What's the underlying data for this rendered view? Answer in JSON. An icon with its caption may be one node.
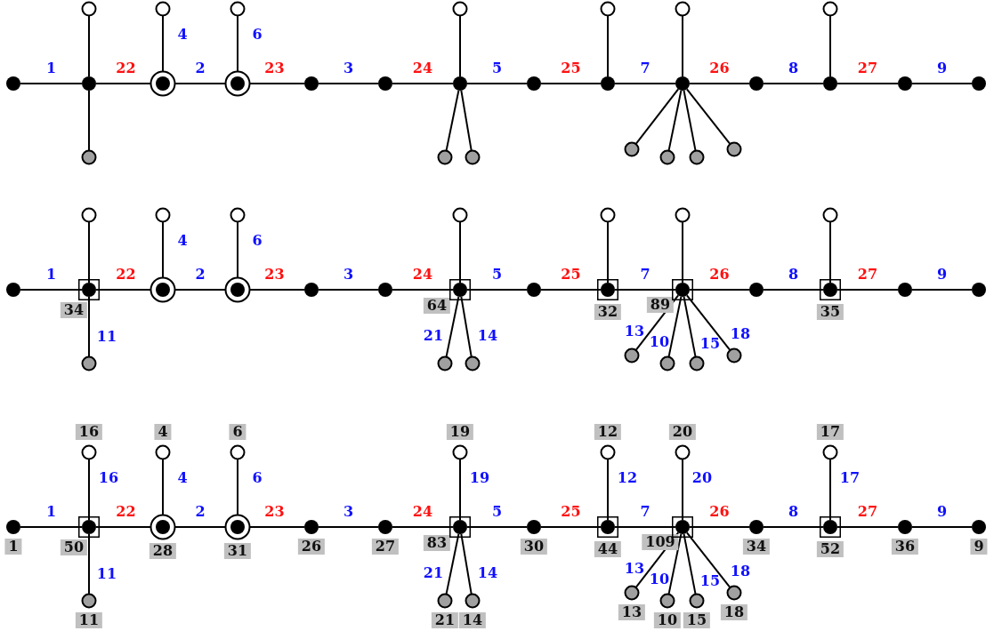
{
  "diagram": {
    "nodes": [
      {
        "text": [],
        "shape": "circle"
      },
      {
        "text": [],
        "shape": "circle"
      },
      {
        "text": [],
        "shape": "circle"
      },
      {
        "text": [],
        "shape": "circle"
      },
      {
        "text": [],
        "shape": "circle"
      },
      {
        "text": [],
        "shape": "circle"
      },
      {
        "text": [],
        "shape": "circle"
      },
      {
        "text": [],
        "shape": "dot"
      },
      {
        "text": [],
        "shape": "dot"
      },
      {
        "text": [],
        "shape": "ring"
      },
      {
        "text": [],
        "shape": "ring"
      },
      {
        "text": [],
        "shape": "dot"
      },
      {
        "text": [],
        "shape": "dot"
      },
      {
        "text": [],
        "shape": "dot"
      },
      {
        "text": [],
        "shape": "dot"
      },
      {
        "text": [],
        "shape": "dot"
      },
      {
        "text": [],
        "shape": "dot"
      },
      {
        "text": [],
        "shape": "dot"
      },
      {
        "text": [],
        "shape": "dot"
      },
      {
        "text": [],
        "shape": "dot"
      },
      {
        "text": [],
        "shape": "dot"
      },
      {
        "text": [],
        "shape": "disc"
      },
      {
        "text": [],
        "shape": "disc"
      },
      {
        "text": [],
        "shape": "disc"
      },
      {
        "text": [],
        "shape": "disc"
      },
      {
        "text": [],
        "shape": "disc"
      },
      {
        "text": [],
        "shape": "disc"
      },
      {
        "text": [],
        "shape": "disc"
      },
      {
        "text": [],
        "shape": "circle"
      },
      {
        "text": [],
        "shape": "circle"
      },
      {
        "text": [],
        "shape": "circle"
      },
      {
        "text": [],
        "shape": "circle"
      },
      {
        "text": [],
        "shape": "circle"
      },
      {
        "text": [],
        "shape": "circle"
      },
      {
        "text": [],
        "shape": "circle"
      },
      {
        "text": [],
        "shape": "dot"
      },
      {
        "text": [],
        "shape": "box",
        "beside": [
          "34"
        ]
      },
      {
        "text": [],
        "shape": "ring"
      },
      {
        "text": [],
        "shape": "ring"
      },
      {
        "text": [],
        "shape": "dot"
      },
      {
        "text": [],
        "shape": "dot"
      },
      {
        "text": [],
        "shape": "box",
        "beside": [
          "64"
        ]
      },
      {
        "text": [],
        "shape": "dot"
      },
      {
        "text": [],
        "shape": "box",
        "beside": [
          "32"
        ]
      },
      {
        "text": [],
        "shape": "box",
        "beside": [
          "89"
        ]
      },
      {
        "text": [],
        "shape": "dot"
      },
      {
        "text": [],
        "shape": "box",
        "beside": [
          "35"
        ]
      },
      {
        "text": [],
        "shape": "dot"
      },
      {
        "text": [],
        "shape": "dot"
      },
      {
        "text": [],
        "shape": "disc"
      },
      {
        "text": [],
        "shape": "disc"
      },
      {
        "text": [],
        "shape": "disc"
      },
      {
        "text": [],
        "shape": "disc"
      },
      {
        "text": [],
        "shape": "disc"
      },
      {
        "text": [],
        "shape": "disc"
      },
      {
        "text": [],
        "shape": "disc"
      },
      {
        "text": [],
        "shape": "circle",
        "beside": [
          "16"
        ]
      },
      {
        "text": [],
        "shape": "circle",
        "beside": [
          "4"
        ]
      },
      {
        "text": [],
        "shape": "circle",
        "beside": [
          "6"
        ]
      },
      {
        "text": [],
        "shape": "circle",
        "beside": [
          "19"
        ]
      },
      {
        "text": [],
        "shape": "circle",
        "beside": [
          "12"
        ]
      },
      {
        "text": [],
        "shape": "circle",
        "beside": [
          "20"
        ]
      },
      {
        "text": [],
        "shape": "circle",
        "beside": [
          "17"
        ]
      },
      {
        "text": [],
        "shape": "dot",
        "beside": [
          "1"
        ]
      },
      {
        "text": [],
        "shape": "box",
        "beside": [
          "50"
        ]
      },
      {
        "text": [],
        "shape": "ring",
        "beside": [
          "28"
        ]
      },
      {
        "text": [],
        "shape": "ring",
        "beside": [
          "31"
        ]
      },
      {
        "text": [],
        "shape": "dot",
        "beside": [
          "26"
        ]
      },
      {
        "text": [],
        "shape": "dot",
        "beside": [
          "27"
        ]
      },
      {
        "text": [],
        "shape": "box",
        "beside": [
          "83"
        ]
      },
      {
        "text": [],
        "shape": "dot",
        "beside": [
          "30"
        ]
      },
      {
        "text": [],
        "shape": "box",
        "beside": [
          "44"
        ]
      },
      {
        "text": [],
        "shape": "box",
        "beside": [
          "109"
        ]
      },
      {
        "text": [],
        "shape": "dot",
        "beside": [
          "34"
        ]
      },
      {
        "text": [],
        "shape": "box",
        "beside": [
          "52"
        ]
      },
      {
        "text": [],
        "shape": "dot",
        "beside": [
          "36"
        ]
      },
      {
        "text": [],
        "shape": "dot",
        "beside": [
          "9"
        ]
      },
      {
        "text": [],
        "shape": "disc",
        "beside": [
          "11"
        ]
      },
      {
        "text": [],
        "shape": "disc",
        "beside": [
          "21"
        ]
      },
      {
        "text": [],
        "shape": "disc",
        "beside": [
          "14"
        ]
      },
      {
        "text": [],
        "shape": "disc",
        "beside": [
          "13"
        ]
      },
      {
        "text": [],
        "shape": "disc",
        "beside": [
          "10"
        ]
      },
      {
        "text": [],
        "shape": "disc",
        "beside": [
          "15"
        ]
      },
      {
        "text": [],
        "shape": "disc",
        "beside": [
          "18"
        ]
      }
    ],
    "edges": [
      {
        "from": 7,
        "to": 8,
        "arrow": "none",
        "label": "1"
      },
      {
        "from": 8,
        "to": 9,
        "arrow": "none",
        "label": "22"
      },
      {
        "from": 9,
        "to": 10,
        "arrow": "none",
        "label": "2"
      },
      {
        "from": 10,
        "to": 11,
        "arrow": "none",
        "label": "23"
      },
      {
        "from": 11,
        "to": 12,
        "arrow": "none",
        "label": "3"
      },
      {
        "from": 12,
        "to": 13,
        "arrow": "none",
        "label": "24"
      },
      {
        "from": 13,
        "to": 14,
        "arrow": "none",
        "label": "5"
      },
      {
        "from": 14,
        "to": 15,
        "arrow": "none",
        "label": "25"
      },
      {
        "from": 15,
        "to": 16,
        "arrow": "none",
        "label": "7"
      },
      {
        "from": 16,
        "to": 17,
        "arrow": "none",
        "label": "26"
      },
      {
        "from": 17,
        "to": 18,
        "arrow": "none",
        "label": "8"
      },
      {
        "from": 18,
        "to": 19,
        "arrow": "none",
        "label": "27"
      },
      {
        "from": 19,
        "to": 20,
        "arrow": "none",
        "label": "9"
      },
      {
        "from": 8,
        "to": 0,
        "arrow": "none"
      },
      {
        "from": 9,
        "to": 1,
        "arrow": "none",
        "label": "4"
      },
      {
        "from": 10,
        "to": 2,
        "arrow": "none",
        "label": "6"
      },
      {
        "from": 13,
        "to": 3,
        "arrow": "none"
      },
      {
        "from": 15,
        "to": 4,
        "arrow": "none"
      },
      {
        "from": 16,
        "to": 5,
        "arrow": "none"
      },
      {
        "from": 18,
        "to": 6,
        "arrow": "none"
      },
      {
        "from": 8,
        "to": 21,
        "arrow": "none"
      },
      {
        "from": 13,
        "to": 22,
        "arrow": "none"
      },
      {
        "from": 13,
        "to": 23,
        "arrow": "none"
      },
      {
        "from": 16,
        "to": 24,
        "arrow": "none"
      },
      {
        "from": 16,
        "to": 25,
        "arrow": "none"
      },
      {
        "from": 16,
        "to": 26,
        "arrow": "none"
      },
      {
        "from": 16,
        "to": 27,
        "arrow": "none"
      },
      {
        "from": 35,
        "to": 36,
        "arrow": "none",
        "label": "1"
      },
      {
        "from": 36,
        "to": 37,
        "arrow": "none",
        "label": "22"
      },
      {
        "from": 37,
        "to": 38,
        "arrow": "none",
        "label": "2"
      },
      {
        "from": 38,
        "to": 39,
        "arrow": "none",
        "label": "23"
      },
      {
        "from": 39,
        "to": 40,
        "arrow": "none",
        "label": "3"
      },
      {
        "from": 40,
        "to": 41,
        "arrow": "none",
        "label": "24"
      },
      {
        "from": 41,
        "to": 42,
        "arrow": "none",
        "label": "5"
      },
      {
        "from": 42,
        "to": 43,
        "arrow": "none",
        "label": "25"
      },
      {
        "from": 43,
        "to": 44,
        "arrow": "none",
        "label": "7"
      },
      {
        "from": 44,
        "to": 45,
        "arrow": "none",
        "label": "26"
      },
      {
        "from": 45,
        "to": 46,
        "arrow": "none",
        "label": "8"
      },
      {
        "from": 46,
        "to": 47,
        "arrow": "none",
        "label": "27"
      },
      {
        "from": 47,
        "to": 48,
        "arrow": "none",
        "label": "9"
      },
      {
        "from": 36,
        "to": 28,
        "arrow": "none"
      },
      {
        "from": 37,
        "to": 29,
        "arrow": "none",
        "label": "4"
      },
      {
        "from": 38,
        "to": 30,
        "arrow": "none",
        "label": "6"
      },
      {
        "from": 41,
        "to": 31,
        "arrow": "none"
      },
      {
        "from": 43,
        "to": 32,
        "arrow": "none"
      },
      {
        "from": 44,
        "to": 33,
        "arrow": "none"
      },
      {
        "from": 46,
        "to": 34,
        "arrow": "none"
      },
      {
        "from": 36,
        "to": 49,
        "arrow": "none",
        "label": "11"
      },
      {
        "from": 41,
        "to": 50,
        "arrow": "none",
        "label": "21"
      },
      {
        "from": 41,
        "to": 51,
        "arrow": "none",
        "label": "14"
      },
      {
        "from": 44,
        "to": 52,
        "arrow": "none",
        "label": "13"
      },
      {
        "from": 44,
        "to": 53,
        "arrow": "none",
        "label": "10"
      },
      {
        "from": 44,
        "to": 54,
        "arrow": "none",
        "label": "15"
      },
      {
        "from": 44,
        "to": 55,
        "arrow": "none",
        "label": "18"
      },
      {
        "from": 63,
        "to": 64,
        "arrow": "none",
        "label": "1"
      },
      {
        "from": 64,
        "to": 65,
        "arrow": "none",
        "label": "22"
      },
      {
        "from": 65,
        "to": 66,
        "arrow": "none",
        "label": "2"
      },
      {
        "from": 66,
        "to": 67,
        "arrow": "none",
        "label": "23"
      },
      {
        "from": 67,
        "to": 68,
        "arrow": "none",
        "label": "3"
      },
      {
        "from": 68,
        "to": 69,
        "arrow": "none",
        "label": "24"
      },
      {
        "from": 69,
        "to": 70,
        "arrow": "none",
        "label": "5"
      },
      {
        "from": 70,
        "to": 71,
        "arrow": "none",
        "label": "25"
      },
      {
        "from": 71,
        "to": 72,
        "arrow": "none",
        "label": "7"
      },
      {
        "from": 72,
        "to": 73,
        "arrow": "none",
        "label": "26"
      },
      {
        "from": 73,
        "to": 74,
        "arrow": "none",
        "label": "8"
      },
      {
        "from": 74,
        "to": 75,
        "arrow": "none",
        "label": "27"
      },
      {
        "from": 75,
        "to": 76,
        "arrow": "none",
        "label": "9"
      },
      {
        "from": 64,
        "to": 56,
        "arrow": "none",
        "label": "16"
      },
      {
        "from": 65,
        "to": 57,
        "arrow": "none",
        "label": "4"
      },
      {
        "from": 66,
        "to": 58,
        "arrow": "none",
        "label": "6"
      },
      {
        "from": 69,
        "to": 59,
        "arrow": "none",
        "label": "19"
      },
      {
        "from": 71,
        "to": 60,
        "arrow": "none",
        "label": "12"
      },
      {
        "from": 72,
        "to": 61,
        "arrow": "none",
        "label": "20"
      },
      {
        "from": 74,
        "to": 62,
        "arrow": "none",
        "label": "17"
      },
      {
        "from": 64,
        "to": 77,
        "arrow": "none",
        "label": "11"
      },
      {
        "from": 69,
        "to": 78,
        "arrow": "none",
        "label": "21"
      },
      {
        "from": 69,
        "to": 79,
        "arrow": "none",
        "label": "14"
      },
      {
        "from": 72,
        "to": 80,
        "arrow": "none",
        "label": "13"
      },
      {
        "from": 72,
        "to": 81,
        "arrow": "none",
        "label": "10"
      },
      {
        "from": 72,
        "to": 82,
        "arrow": "none",
        "label": "15"
      },
      {
        "from": 72,
        "to": 83,
        "arrow": "none",
        "label": "18"
      }
    ]
  }
}
